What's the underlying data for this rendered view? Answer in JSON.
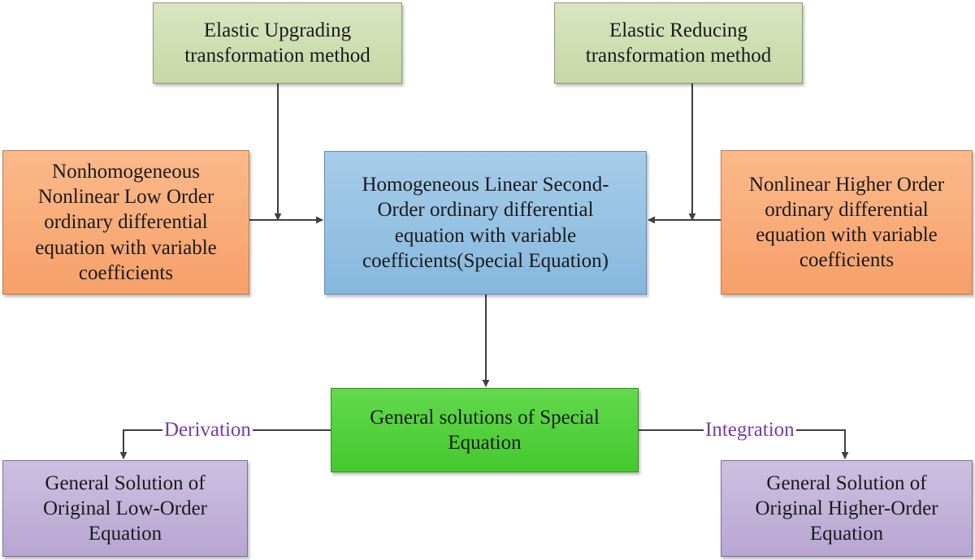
{
  "nodes": {
    "upgrading": {
      "lines": [
        "Elastic Upgrading",
        "transformation method"
      ],
      "color": "#c7d7a6"
    },
    "reducing": {
      "lines": [
        "Elastic Reducing",
        "transformation method"
      ],
      "color": "#c7d7a6"
    },
    "low_order_equation": {
      "lines": [
        "Nonhomogeneous",
        "Nonlinear Low Order",
        "ordinary differential",
        "equation with variable",
        "coefficients"
      ],
      "color": "#f6a06a"
    },
    "special_equation": {
      "lines": [
        "Homogeneous Linear Second-",
        "Order ordinary differential",
        "equation with variable",
        "coefficients(Special Equation)"
      ],
      "color": "#86b8de"
    },
    "higher_order_equation": {
      "lines": [
        "Nonlinear Higher Order",
        "ordinary differential",
        "equation with variable",
        "coefficients"
      ],
      "color": "#f6a06a"
    },
    "general_special": {
      "lines": [
        "General solutions of Special",
        "Equation"
      ],
      "color": "#45c82e"
    },
    "solution_low_order": {
      "lines": [
        "General Solution of",
        "Original Low-Order",
        "Equation"
      ],
      "color": "#b8a6d2"
    },
    "solution_higher_order": {
      "lines": [
        "General Solution of",
        "Original Higher-Order",
        "Equation"
      ],
      "color": "#b8a6d2"
    }
  },
  "edges": {
    "derivation_label": "Derivation",
    "integration_label": "Integration",
    "label_color": "#7a3aa8",
    "line_color": "#404040"
  }
}
